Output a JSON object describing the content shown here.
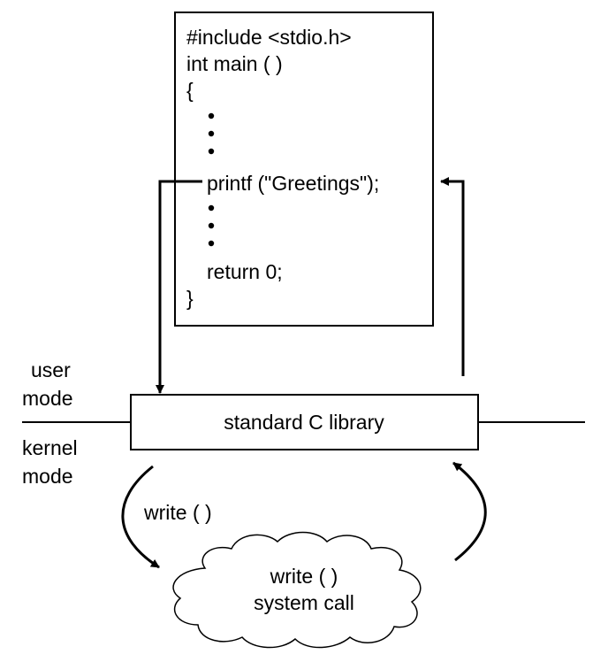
{
  "code": {
    "line_include": "#include <stdio.h>",
    "line_main": "int main ( )",
    "line_open": "{",
    "line_printf": "printf (\"Greetings\");",
    "line_return": "return 0;",
    "line_close": "}"
  },
  "labels": {
    "user": "user",
    "user_mode": "mode",
    "kernel": "kernel",
    "kernel_mode": "mode",
    "library": "standard C library",
    "write_call": "write ( )",
    "cloud_line1": "write ( )",
    "cloud_line2": "system call"
  }
}
